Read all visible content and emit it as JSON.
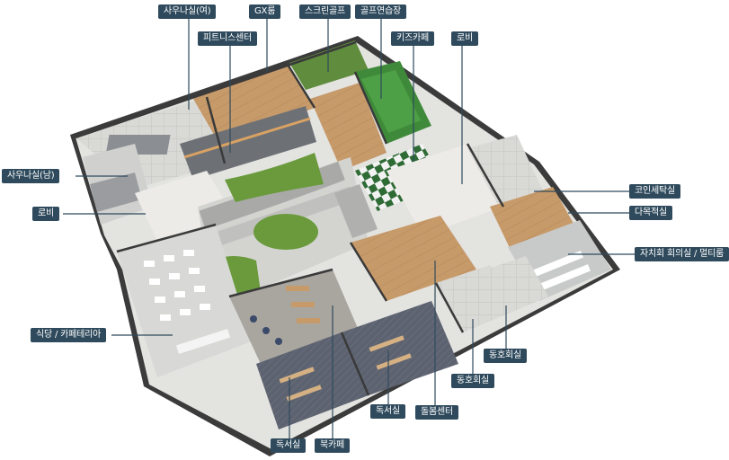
{
  "labels": {
    "sauna_female": "사우나실(여)",
    "gx_room": "GX룸",
    "screen_golf": "스크린골프",
    "golf_practice": "골프연습장",
    "fitness_center": "피트니스센터",
    "kids_cafe": "키즈카페",
    "lobby_top": "로비",
    "sauna_male": "사우나실(남)",
    "lobby_left": "로비",
    "coin_laundry": "코인세탁실",
    "multipurpose_room": "다목적실",
    "community_meeting": "자치회 회의실 / 멀티룸",
    "cafeteria": "식당 / 카페테리아",
    "club_room_1": "동호회실",
    "club_room_2": "동호회실",
    "reading_room_center": "독서실",
    "care_center": "돌봄센터",
    "reading_room_bottom": "독서실",
    "book_cafe": "북카페"
  },
  "colors": {
    "label_bg": "#2f4a5c",
    "leader_line": "#2f4a5c",
    "floor_wood": "#c79a6a",
    "floor_grey": "#b9bcbe",
    "floor_light": "#e6e6e4",
    "floor_dark": "#5a5f66",
    "lawn": "#6a9a3c",
    "golf_green": "#3f8a3a",
    "wall": "#3a3a3a"
  }
}
